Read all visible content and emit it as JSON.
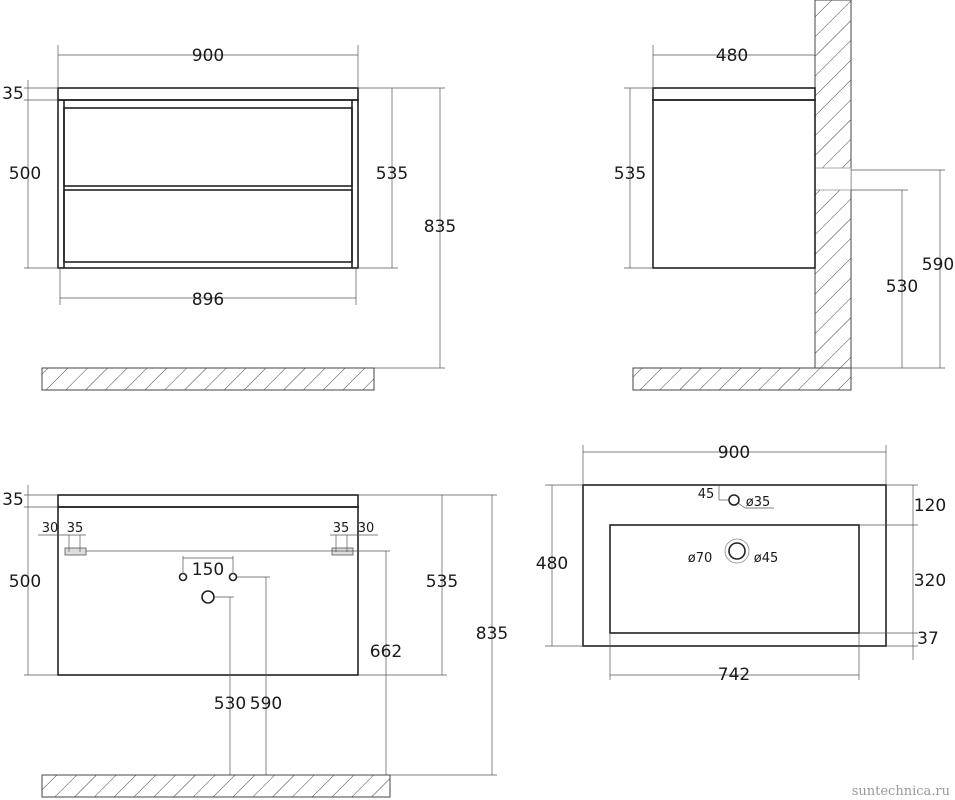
{
  "front_view": {
    "width": "900",
    "top_thickness": "35",
    "body_height": "500",
    "cabinet_height": "535",
    "total_height": "835",
    "body_width": "896"
  },
  "side_view": {
    "depth": "480",
    "cabinet_height": "535",
    "drain_height_upper": "590",
    "drain_height_lower": "530"
  },
  "back_view": {
    "top_thickness": "35",
    "body_height": "500",
    "hinge_left_offset": "30",
    "hinge_left_width": "35",
    "hinge_right_width": "35",
    "hinge_right_offset": "30",
    "hole_spacing": "150",
    "cabinet_height": "535",
    "total_height": "835",
    "hinge_height": "662",
    "drain_height_lower": "530",
    "drain_height_upper": "590"
  },
  "top_view": {
    "width": "900",
    "depth": "480",
    "tap_offset": "45",
    "tap_hole": "ø35",
    "drain_outer": "ø70",
    "drain_inner": "ø45",
    "front_margin": "120",
    "bowl_depth": "320",
    "back_margin": "37",
    "bowl_width": "742"
  },
  "watermark": "suntechnica.ru"
}
